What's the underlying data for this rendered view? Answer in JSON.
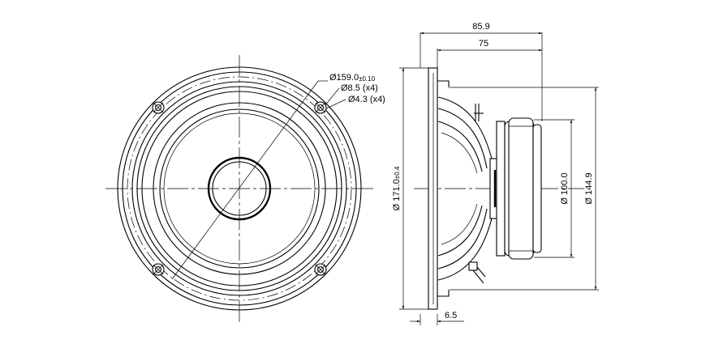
{
  "front_view": {
    "callouts": [
      {
        "main": "Ø159.0",
        "tol": "±0.10"
      },
      {
        "main": "Ø8.5 (x4)",
        "tol": ""
      },
      {
        "main": "Ø4.3 (x4)",
        "tol": ""
      }
    ]
  },
  "side_view": {
    "overall_depth": "85.9",
    "mount_depth": "75",
    "flange_thickness": "6.5",
    "outer_diameter": {
      "main": "Ø 171.0",
      "tol": "±0.4"
    },
    "magnet_diameter": "Ø 100.0",
    "cutout_diameter": "Ø 144.9"
  }
}
